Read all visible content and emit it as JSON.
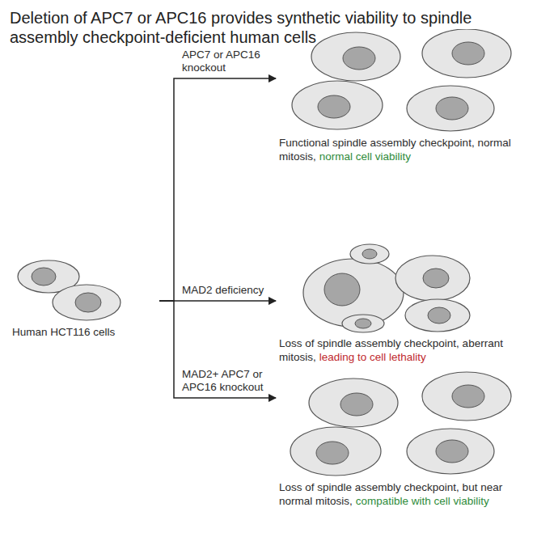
{
  "diagram": {
    "title": "Deletion of APC7 or APC16 provides synthetic viability to spindle assembly checkpoint-deficient human cells",
    "nodes": [
      {
        "text": [
          "Human HCT116 cells"
        ]
      },
      {
        "text": [
          "Functional spindle assembly checkpoint, normal mitosis,",
          "normal cell viability"
        ]
      },
      {
        "text": [
          "Loss of spindle assembly checkpoint, aberrant mitosis,",
          "leading to cell lethality"
        ]
      },
      {
        "text": [
          "Loss of spindle assembly checkpoint, but near normal mitosis,",
          "compatible with cell viability"
        ]
      }
    ],
    "edges": [
      {
        "from": 0,
        "to": 1,
        "arrow": "to",
        "label": "APC7 or APC16 knockout"
      },
      {
        "from": 0,
        "to": 2,
        "arrow": "to",
        "label": "MAD2 deficiency"
      },
      {
        "from": 0,
        "to": 3,
        "arrow": "to",
        "label": "MAD2+ APC7 or APC16 knockout"
      }
    ]
  }
}
